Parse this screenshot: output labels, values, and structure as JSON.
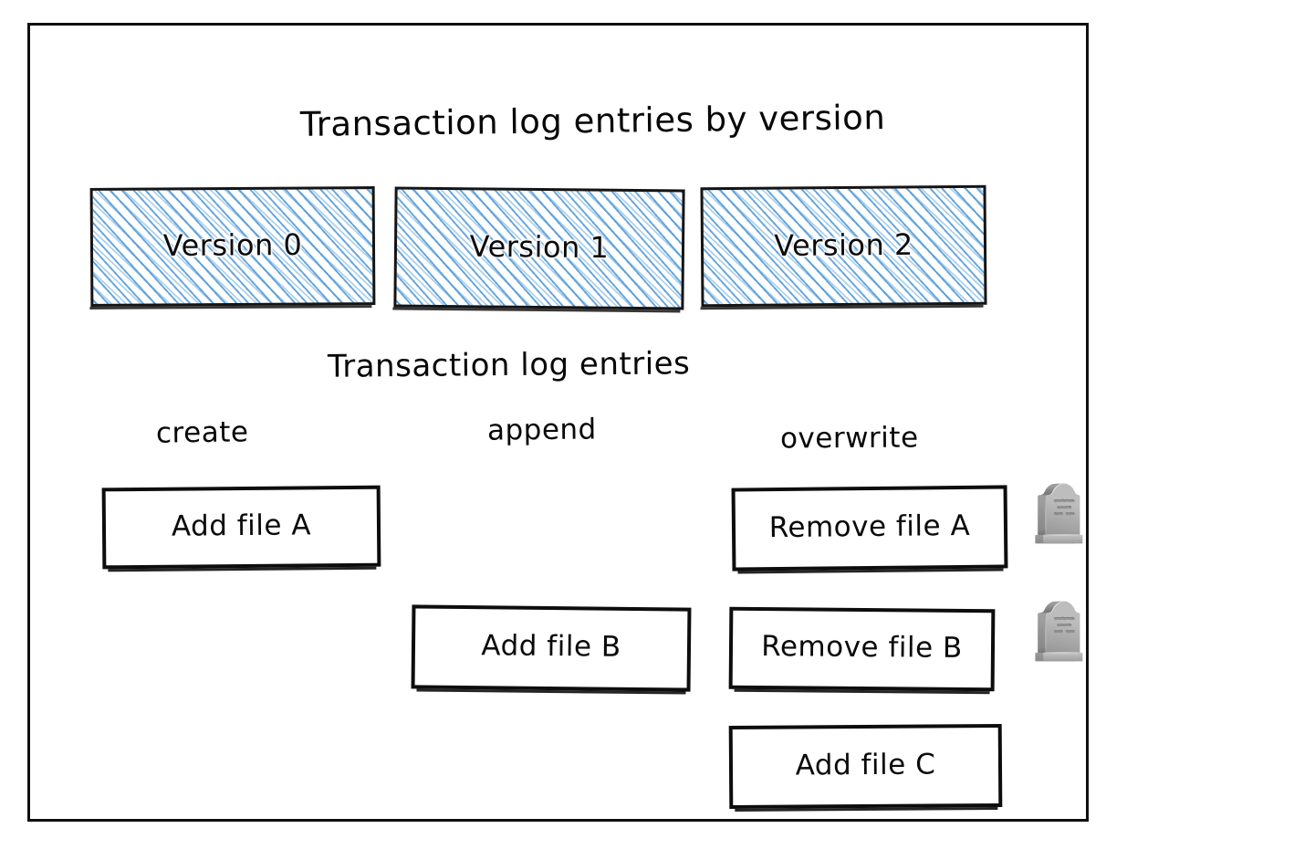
{
  "diagram": {
    "title": "Transaction log entries by version",
    "subtitle": "Transaction log entries",
    "versions": [
      {
        "label": "Version 0"
      },
      {
        "label": "Version 1"
      },
      {
        "label": "Version 2"
      }
    ],
    "columns": [
      {
        "label": "create"
      },
      {
        "label": "append"
      },
      {
        "label": "overwrite"
      }
    ],
    "entries": {
      "create": [
        {
          "label": "Add file A",
          "tombstone": false
        }
      ],
      "append": [
        {
          "label": "Add file B",
          "tombstone": false
        }
      ],
      "overwrite": [
        {
          "label": "Remove file A",
          "tombstone": true
        },
        {
          "label": "Remove file B",
          "tombstone": true
        },
        {
          "label": "Add file C",
          "tombstone": false
        }
      ]
    },
    "icons": {
      "tombstone": "🪦"
    },
    "colors": {
      "hatch_blue": "#4d96d6",
      "hatch_blue_light": "#6eafe2",
      "stroke_black": "#0d0d0d",
      "background": "#ffffff"
    }
  }
}
